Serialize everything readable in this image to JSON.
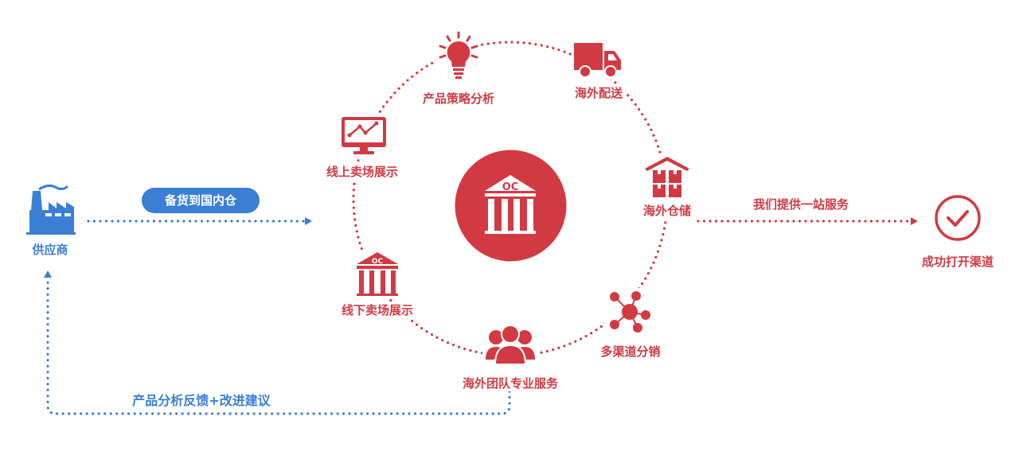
{
  "colors": {
    "red": "#d23a43",
    "blue": "#3a7fd5"
  },
  "supplier": {
    "label": "供应商",
    "icon": "factory-icon"
  },
  "stock_pill": "备货到国内仓",
  "feedback": "产品分析反馈+改进建议",
  "cycle": {
    "strategy": "产品策略分析",
    "delivery": "海外配送",
    "warehouse": "海外仓储",
    "distribution": "多渠道分销",
    "team": "海外团队专业服务",
    "offline": "线下卖场展示",
    "online": "线上卖场展示"
  },
  "one_stop": "我们提供一站服务",
  "success": "成功打开渠道"
}
